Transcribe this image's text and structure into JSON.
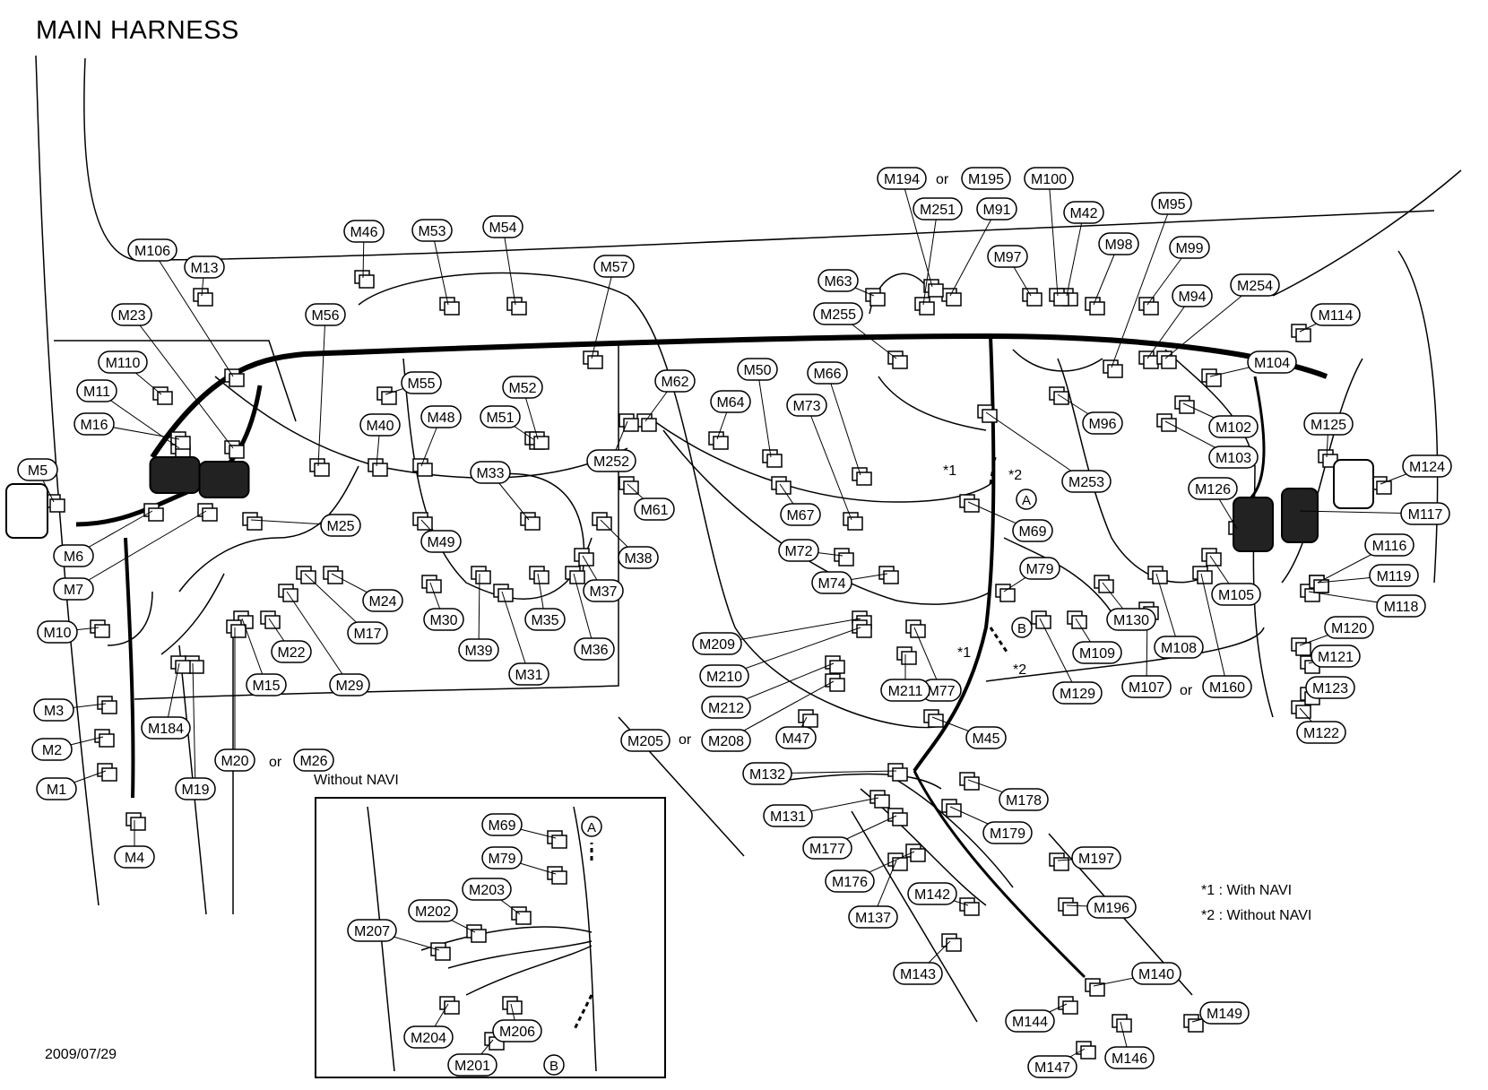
{
  "title": "MAIN HARNESS",
  "date": "2009/07/29",
  "inset_title": "Without NAVI",
  "notes": [
    "*1 : With NAVI",
    "*2 : Without NAVI"
  ],
  "markers": {
    "a": "A",
    "b": "B",
    "star1": "*1",
    "star2": "*2"
  },
  "or_word": "or",
  "connectors": {
    "m1": "M1",
    "m2": "M2",
    "m3": "M3",
    "m4": "M4",
    "m5": "M5",
    "m6": "M6",
    "m7": "M7",
    "m10": "M10",
    "m11": "M11",
    "m13": "M13",
    "m15": "M15",
    "m16": "M16",
    "m17": "M17",
    "m19": "M19",
    "m20": "M20",
    "m22": "M22",
    "m23": "M23",
    "m24": "M24",
    "m25": "M25",
    "m26": "M26",
    "m29": "M29",
    "m30": "M30",
    "m31": "M31",
    "m33": "M33",
    "m35": "M35",
    "m36": "M36",
    "m37": "M37",
    "m38": "M38",
    "m39": "M39",
    "m40": "M40",
    "m42": "M42",
    "m45": "M45",
    "m46": "M46",
    "m47": "M47",
    "m48": "M48",
    "m49": "M49",
    "m50": "M50",
    "m51": "M51",
    "m52": "M52",
    "m53": "M53",
    "m54": "M54",
    "m55": "M55",
    "m56": "M56",
    "m57": "M57",
    "m61": "M61",
    "m62": "M62",
    "m63": "M63",
    "m64": "M64",
    "m66": "M66",
    "m67": "M67",
    "m69": "M69",
    "m72": "M72",
    "m73": "M73",
    "m74": "M74",
    "m77": "M77",
    "m79": "M79",
    "m91": "M91",
    "m94": "M94",
    "m95": "M95",
    "m96": "M96",
    "m97": "M97",
    "m98": "M98",
    "m99": "M99",
    "m100": "M100",
    "m102": "M102",
    "m103": "M103",
    "m104": "M104",
    "m105": "M105",
    "m106": "M106",
    "m107": "M107",
    "m108": "M108",
    "m109": "M109",
    "m110": "M110",
    "m114": "M114",
    "m116": "M116",
    "m117": "M117",
    "m118": "M118",
    "m119": "M119",
    "m120": "M120",
    "m121": "M121",
    "m122": "M122",
    "m123": "M123",
    "m124": "M124",
    "m125": "M125",
    "m126": "M126",
    "m129": "M129",
    "m130": "M130",
    "m131": "M131",
    "m132": "M132",
    "m137": "M137",
    "m140": "M140",
    "m142": "M142",
    "m143": "M143",
    "m144": "M144",
    "m146": "M146",
    "m147": "M147",
    "m149": "M149",
    "m160": "M160",
    "m176": "M176",
    "m177": "M177",
    "m178": "M178",
    "m179": "M179",
    "m184": "M184",
    "m194": "M194",
    "m195": "M195",
    "m196": "M196",
    "m197": "M197",
    "m201": "M201",
    "m202": "M202",
    "m203": "M203",
    "m204": "M204",
    "m205": "M205",
    "m206": "M206",
    "m207": "M207",
    "m208": "M208",
    "m209": "M209",
    "m210": "M210",
    "m211": "M211",
    "m212": "M212",
    "m251": "M251",
    "m252": "M252",
    "m253": "M253",
    "m254": "M254",
    "m255": "M255",
    "i69": "M69",
    "i79": "M79"
  }
}
